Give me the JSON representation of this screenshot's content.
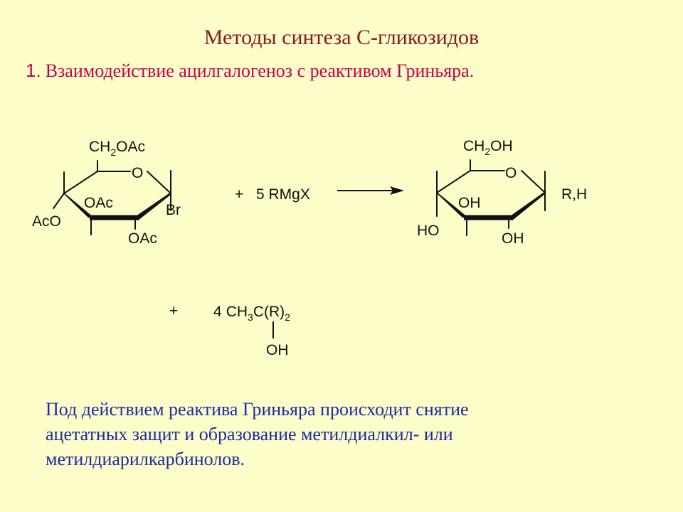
{
  "header": {
    "title": "Методы синтеза С-гликозидов",
    "subtitle_number": "1.",
    "subtitle_text": "Взаимодействие ацилгалогеноз с реактивом Гриньяра."
  },
  "reaction": {
    "reactant": {
      "ch2_prefix": "CH",
      "ch2_sub": "2",
      "ch2_suffix": "OAc",
      "ring_o": "O",
      "oac_upper": "OAc",
      "br": "Br",
      "aco": "AcO",
      "oac_lower": "OAc"
    },
    "reagent": {
      "plus": "+",
      "text": "5 RMgX"
    },
    "product": {
      "ch2_prefix": "CH",
      "ch2_sub": "2",
      "ch2_suffix": "OH",
      "ring_o": "O",
      "oh_upper": "OH",
      "rh": "R,H",
      "ho": "HO",
      "oh_lower": "OH"
    },
    "byproduct": {
      "plus": "+",
      "coef": "4",
      "ch3": "CH",
      "ch3_sub": "3",
      "c_r": "C(R)",
      "r_sub": "2",
      "oh": "OH"
    }
  },
  "note": {
    "line1": "Под действием реактива Гриньяра происходит снятие",
    "line2": " ацетатных защит  и образование метилдиалкил- или",
    "line3": "метилдиарилкарбинолов."
  },
  "colors": {
    "background": "#fdfdc9",
    "title": "#8a1a24",
    "subtitle": "#c8004a",
    "note": "#1c2aa6"
  }
}
